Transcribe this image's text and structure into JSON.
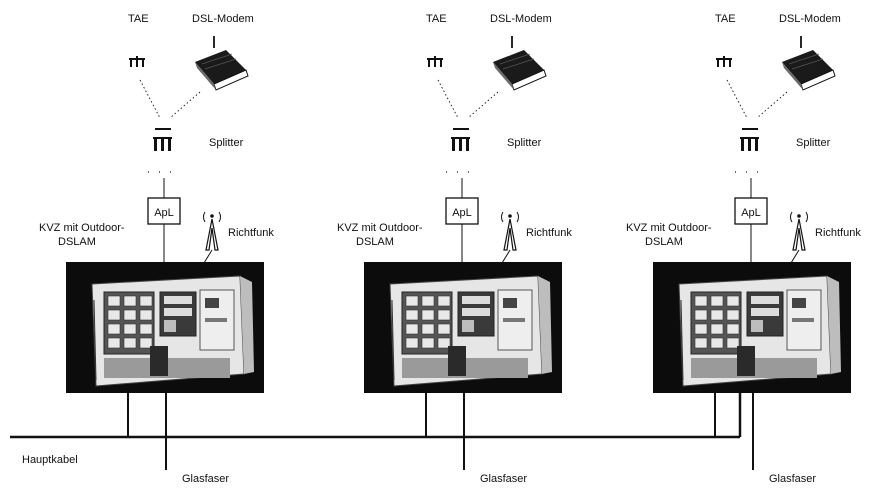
{
  "labels": {
    "tae": "TAE",
    "modem": "DSL-Modem",
    "splitter": "Splitter",
    "apl": "ApL",
    "kvz_line1": "KVZ mit Outdoor-",
    "kvz_line2": "DSLAM",
    "richtfunk": "Richtfunk",
    "hauptkabel": "Hauptkabel",
    "glasfaser": "Glasfaser"
  },
  "units_count": 3,
  "colors": {
    "line": "#111111",
    "cabinet_bg": "#0c0c0c",
    "cabinet_face": "#e6e6e6"
  }
}
